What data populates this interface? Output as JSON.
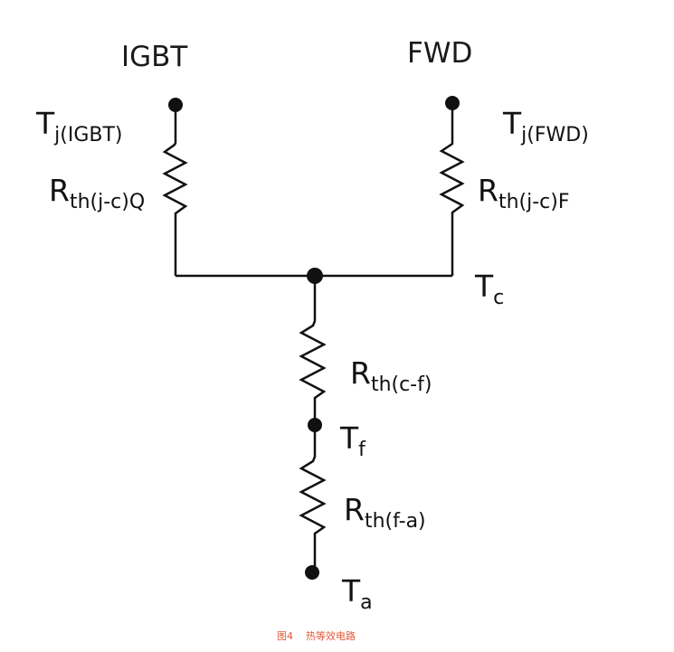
{
  "diagram": {
    "title_left": "IGBT",
    "title_right": "FWD",
    "nodes": {
      "tj_igbt": {
        "main": "T",
        "sub": "j(IGBT)"
      },
      "tj_fwd": {
        "main": "T",
        "sub": "j(FWD)"
      },
      "tc": {
        "main": "T",
        "sub": "c"
      },
      "tf": {
        "main": "T",
        "sub": "f"
      },
      "ta": {
        "main": "T",
        "sub": "a"
      }
    },
    "resistors": {
      "rth_jc_q": {
        "main": "R",
        "sub": "th(j-c)Q"
      },
      "rth_jc_f": {
        "main": "R",
        "sub": "th(j-c)F"
      },
      "rth_cf": {
        "main": "R",
        "sub": "th(c-f)"
      },
      "rth_fa": {
        "main": "R",
        "sub": "th(f-a)"
      }
    }
  },
  "caption": {
    "figure": "图4",
    "text": "热等效电路"
  },
  "colors": {
    "wire": "#111111",
    "caption": "#e05a3a"
  }
}
